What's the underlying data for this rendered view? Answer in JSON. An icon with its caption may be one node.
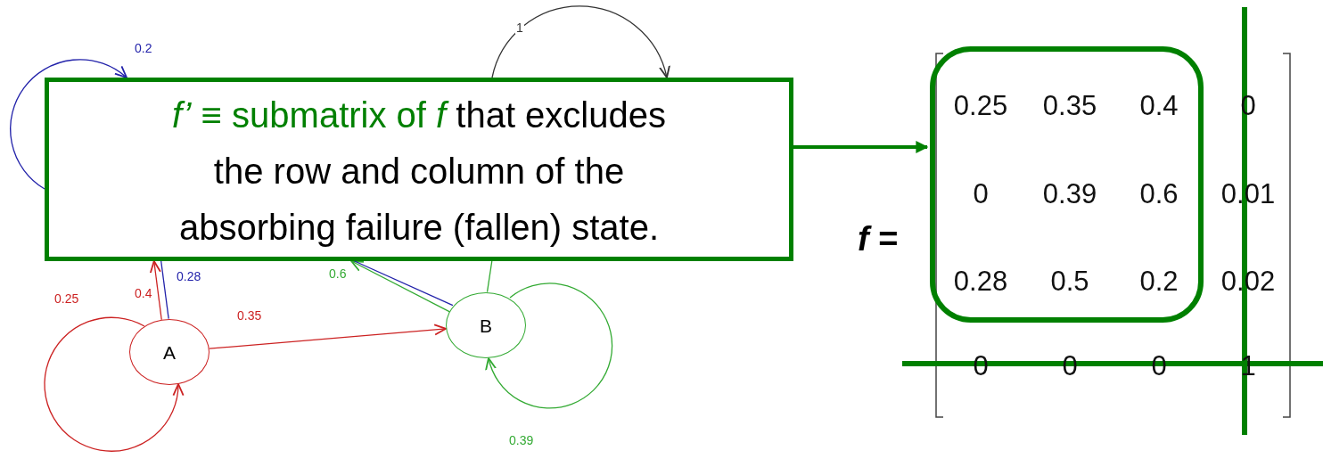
{
  "diagram": {
    "nodes": [
      {
        "text": [
          "*f’* ≡ submatrix of *f*",
          "that excludes the row and column of the absorbing failure (fallen) state."
        ]
      },
      {
        "text": [
          "A"
        ]
      },
      {
        "text": [
          "B"
        ]
      },
      {
        "text": [],
        "shape": "box"
      }
    ],
    "edges": [
      {
        "from": 0,
        "to": 3,
        "arrow": "to",
        "style": "thick",
        "color": "#008000"
      },
      {
        "from": 1,
        "to": 1,
        "arrow": "to",
        "label": "0.25",
        "color": "#cc2222"
      },
      {
        "from": 1,
        "to": 2,
        "arrow": "to",
        "label": "0.35",
        "color": "#cc2222"
      },
      {
        "from": 1,
        "to": 0,
        "arrow": "to",
        "label": "0.4",
        "color": "#cc2222"
      },
      {
        "from": 2,
        "to": 2,
        "arrow": "to",
        "label": "0.39",
        "color": "#33aa33"
      },
      {
        "from": 2,
        "to": 0,
        "arrow": "to",
        "label": "0.6",
        "color": "#33aa33"
      },
      {
        "from": 2,
        "to": 0,
        "arrow": "none",
        "color": "#33aa33"
      },
      {
        "from": 0,
        "to": 1,
        "arrow": "none",
        "label": "0.28",
        "color": "#2222aa"
      },
      {
        "from": 0,
        "to": 2,
        "arrow": "none",
        "color": "#2222aa"
      },
      {
        "from": 0,
        "to": 0,
        "arrow": "to",
        "label": "0.2",
        "color": "#2222aa"
      },
      {
        "from": 0,
        "to": 0,
        "arrow": "to",
        "label": "1",
        "color": "#333333"
      }
    ],
    "labels": [
      "*f* =",
      "0.25",
      "0.35",
      "0.4",
      "0",
      "0",
      "0.39",
      "0.6",
      "0.01",
      "0.28",
      "0.5",
      "0.2",
      "0.02",
      "0",
      "0",
      "0",
      "1"
    ]
  }
}
